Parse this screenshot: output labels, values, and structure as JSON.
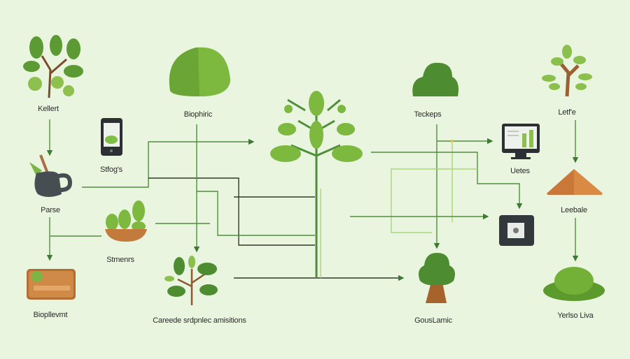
{
  "diagram": {
    "nodes": [
      {
        "id": "kellert",
        "label": "Kellert",
        "icon": "plant-icon"
      },
      {
        "id": "biophilic",
        "label": "Biophiric",
        "icon": "green-rock-icon"
      },
      {
        "id": "teckeps",
        "label": "Teckeps",
        "icon": "bush-icon"
      },
      {
        "id": "letfe",
        "label": "Letf'e",
        "icon": "tree-icon"
      },
      {
        "id": "stfogs",
        "label": "Stfog's",
        "icon": "smartphone-icon"
      },
      {
        "id": "uetes",
        "label": "Uetes",
        "icon": "monitor-icon"
      },
      {
        "id": "parse",
        "label": "Parse",
        "icon": "watering-can-icon"
      },
      {
        "id": "leebale",
        "label": "Leebale",
        "icon": "wooden-pyramid-icon"
      },
      {
        "id": "stmenrs",
        "label": "Stmenrs",
        "icon": "leaf-bowl-icon"
      },
      {
        "id": "biopllevmt",
        "label": "Biopllevmt",
        "icon": "wooden-board-icon"
      },
      {
        "id": "careede",
        "label": "Careede srdpnlec amisitions",
        "icon": "sapling-icon"
      },
      {
        "id": "gouslamic",
        "label": "GousLamic",
        "icon": "tree-icon"
      },
      {
        "id": "yerlso",
        "label": "Yerlso Liva",
        "icon": "moss-mound-icon"
      },
      {
        "id": "center",
        "label": "",
        "icon": "central-plant-icon"
      },
      {
        "id": "device",
        "label": "",
        "icon": "tablet-device-icon"
      }
    ],
    "colors": {
      "background": "#e9f5df",
      "line": "#4e8f3a",
      "dark_line": "#2f3a2a",
      "light_line": "#a9d67a"
    }
  }
}
